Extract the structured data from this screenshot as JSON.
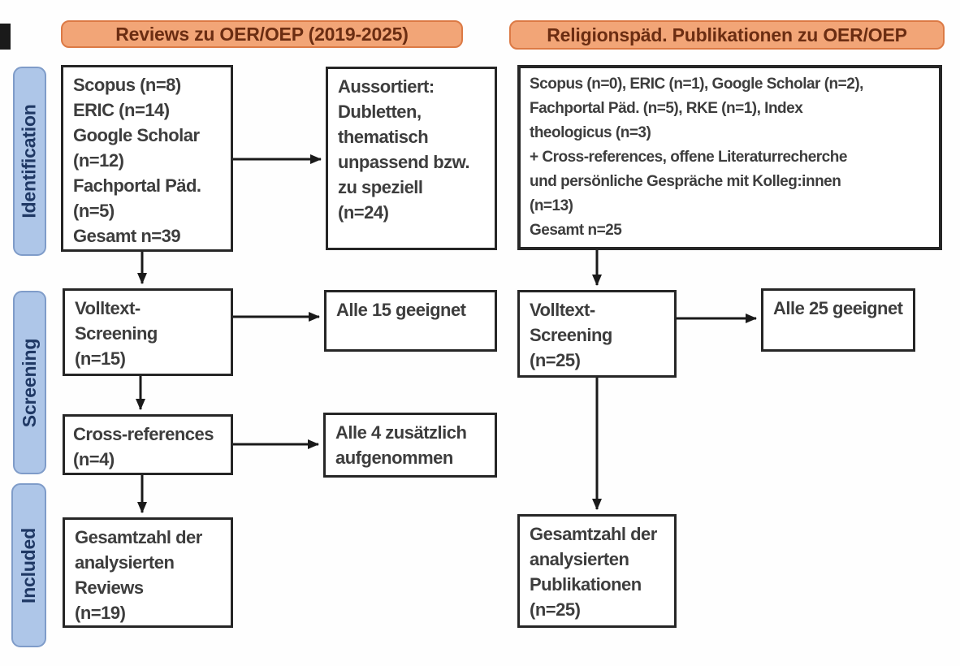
{
  "headers": {
    "left": "Reviews zu OER/OEP (2019-2025)",
    "right": "Religionspäd. Publikationen zu OER/OEP"
  },
  "stage_labels": {
    "identification": "Identification",
    "screening": "Screening",
    "included": "Included"
  },
  "boxes": {
    "left_identification": "Scopus (n=8)\nERIC (n=14)\nGoogle Scholar\n(n=12)\nFachportal Päd.\n(n=5)\nGesamt n=39",
    "left_excluded": "Aussortiert:\nDubletten,\nthematisch\nunpassend bzw.\nzu speziell\n(n=24)",
    "left_fulltext": "Volltext-\nScreening\n(n=15)",
    "left_fulltext_result": "Alle 15 geeignet",
    "left_crossref": "Cross-references\n(n=4)",
    "left_crossref_result": "Alle 4 zusätzlich\naufgenommen",
    "left_included": "Gesamtzahl der\nanalysierten\nReviews\n(n=19)",
    "right_identification": "Scopus (n=0), ERIC (n=1), Google Scholar (n=2),\nFachportal Päd. (n=5), RKE (n=1), Index\ntheologicus (n=3)\n+ Cross-references, offene Literaturrecherche\nund persönliche Gespräche mit Kolleg:innen\n(n=13)\nGesamt n=25",
    "right_fulltext": "Volltext-\nScreening\n(n=25)",
    "right_fulltext_result": "Alle 25 geeignet",
    "right_included": "Gesamtzahl der\nanalysierten\nPublikationen\n(n=25)"
  },
  "colors": {
    "header_fill": "#F2A577",
    "header_border": "#DC7A45",
    "header_text": "#6B2D12",
    "stage_fill": "#AEC6E8",
    "stage_border": "#7F9CC9",
    "stage_text": "#1F3864",
    "box_border": "#262626",
    "box_text": "#3D3D3D",
    "arrow": "#1A1A1A",
    "background": "#FFFFFF"
  }
}
